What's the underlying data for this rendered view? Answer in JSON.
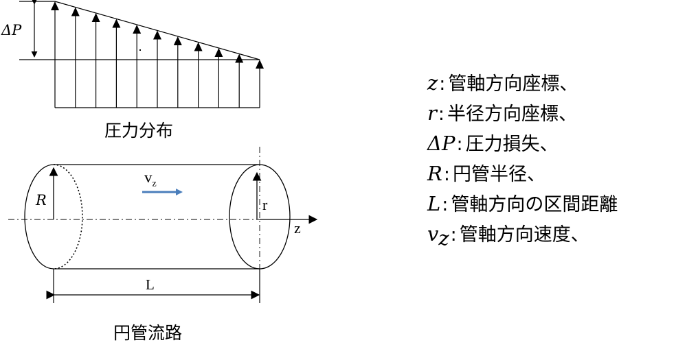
{
  "pressure_diagram": {
    "delta_p_label": "ΔP",
    "caption": "圧力分布"
  },
  "pipe_diagram": {
    "radius_label": "R",
    "velocity_symbol": "v",
    "velocity_subscript": "z",
    "radial_axis_label": "r",
    "axial_axis_label": "z",
    "length_label": "L",
    "caption": "円管流路"
  },
  "legend": {
    "items": [
      {
        "symbol": "z",
        "subscript": "",
        "description": "管軸方向座標、"
      },
      {
        "symbol": "r",
        "subscript": "",
        "description": "半径方向座標、"
      },
      {
        "symbol": "ΔP",
        "subscript": "",
        "description": "圧力損失、"
      },
      {
        "symbol": "R",
        "subscript": "",
        "description": "円管半径、"
      },
      {
        "symbol": "L",
        "subscript": "",
        "description": "管軸方向の区間距離"
      },
      {
        "symbol": "v",
        "subscript": "z",
        "description": "管軸方向速度、"
      }
    ]
  },
  "colors": {
    "line": "#000000",
    "velocity_arrow": "#4a7ebb"
  }
}
